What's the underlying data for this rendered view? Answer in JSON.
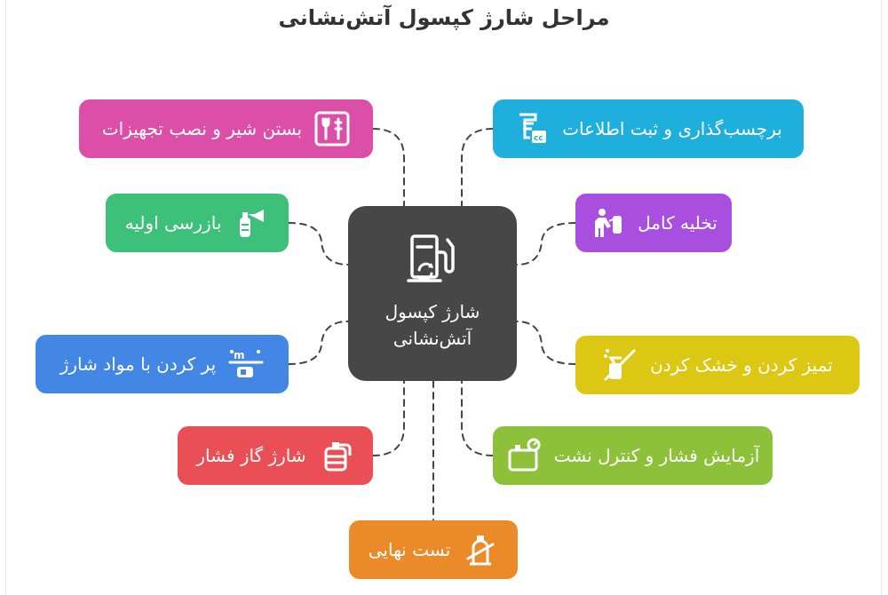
{
  "title": "مراحل شارژ کپسول آتش‌نشانی",
  "center": {
    "label_line1": "شارژ کپسول",
    "label_line2": "آتش‌نشانی",
    "icon": "fuel-pump-refresh-icon",
    "color": "#474747"
  },
  "nodes": [
    {
      "id": "equipment",
      "label": "بستن شیر و نصب تجهیزات",
      "icon": "tools-icon",
      "color": "#DB4FA8"
    },
    {
      "id": "inspection",
      "label": "بازرسی اولیه",
      "icon": "fire-extinguisher-icon",
      "color": "#3CC07A"
    },
    {
      "id": "filling",
      "label": "پر کردن با مواد شارژ",
      "icon": "powder-fill-icon",
      "color": "#4286E6"
    },
    {
      "id": "gas",
      "label": "شارژ گاز فشار",
      "icon": "gas-cylinder-icon",
      "color": "#E94F55"
    },
    {
      "id": "final",
      "label": "تست نهایی",
      "icon": "final-test-icon",
      "color": "#EA8A28"
    },
    {
      "id": "labeling",
      "label": "برچسب‌گذاری و ثبت اطلاعات",
      "icon": "label-register-icon",
      "color": "#1FAFDD"
    },
    {
      "id": "empty",
      "label": "تخلیه کامل",
      "icon": "discharge-icon",
      "color": "#A84FE0"
    },
    {
      "id": "clean",
      "label": "تمیز کردن و خشک کردن",
      "icon": "clean-dry-icon",
      "color": "#DCC814"
    },
    {
      "id": "pressure",
      "label": "آزمایش فشار و کنترل نشت",
      "icon": "pressure-test-icon",
      "color": "#8DC13A"
    }
  ]
}
